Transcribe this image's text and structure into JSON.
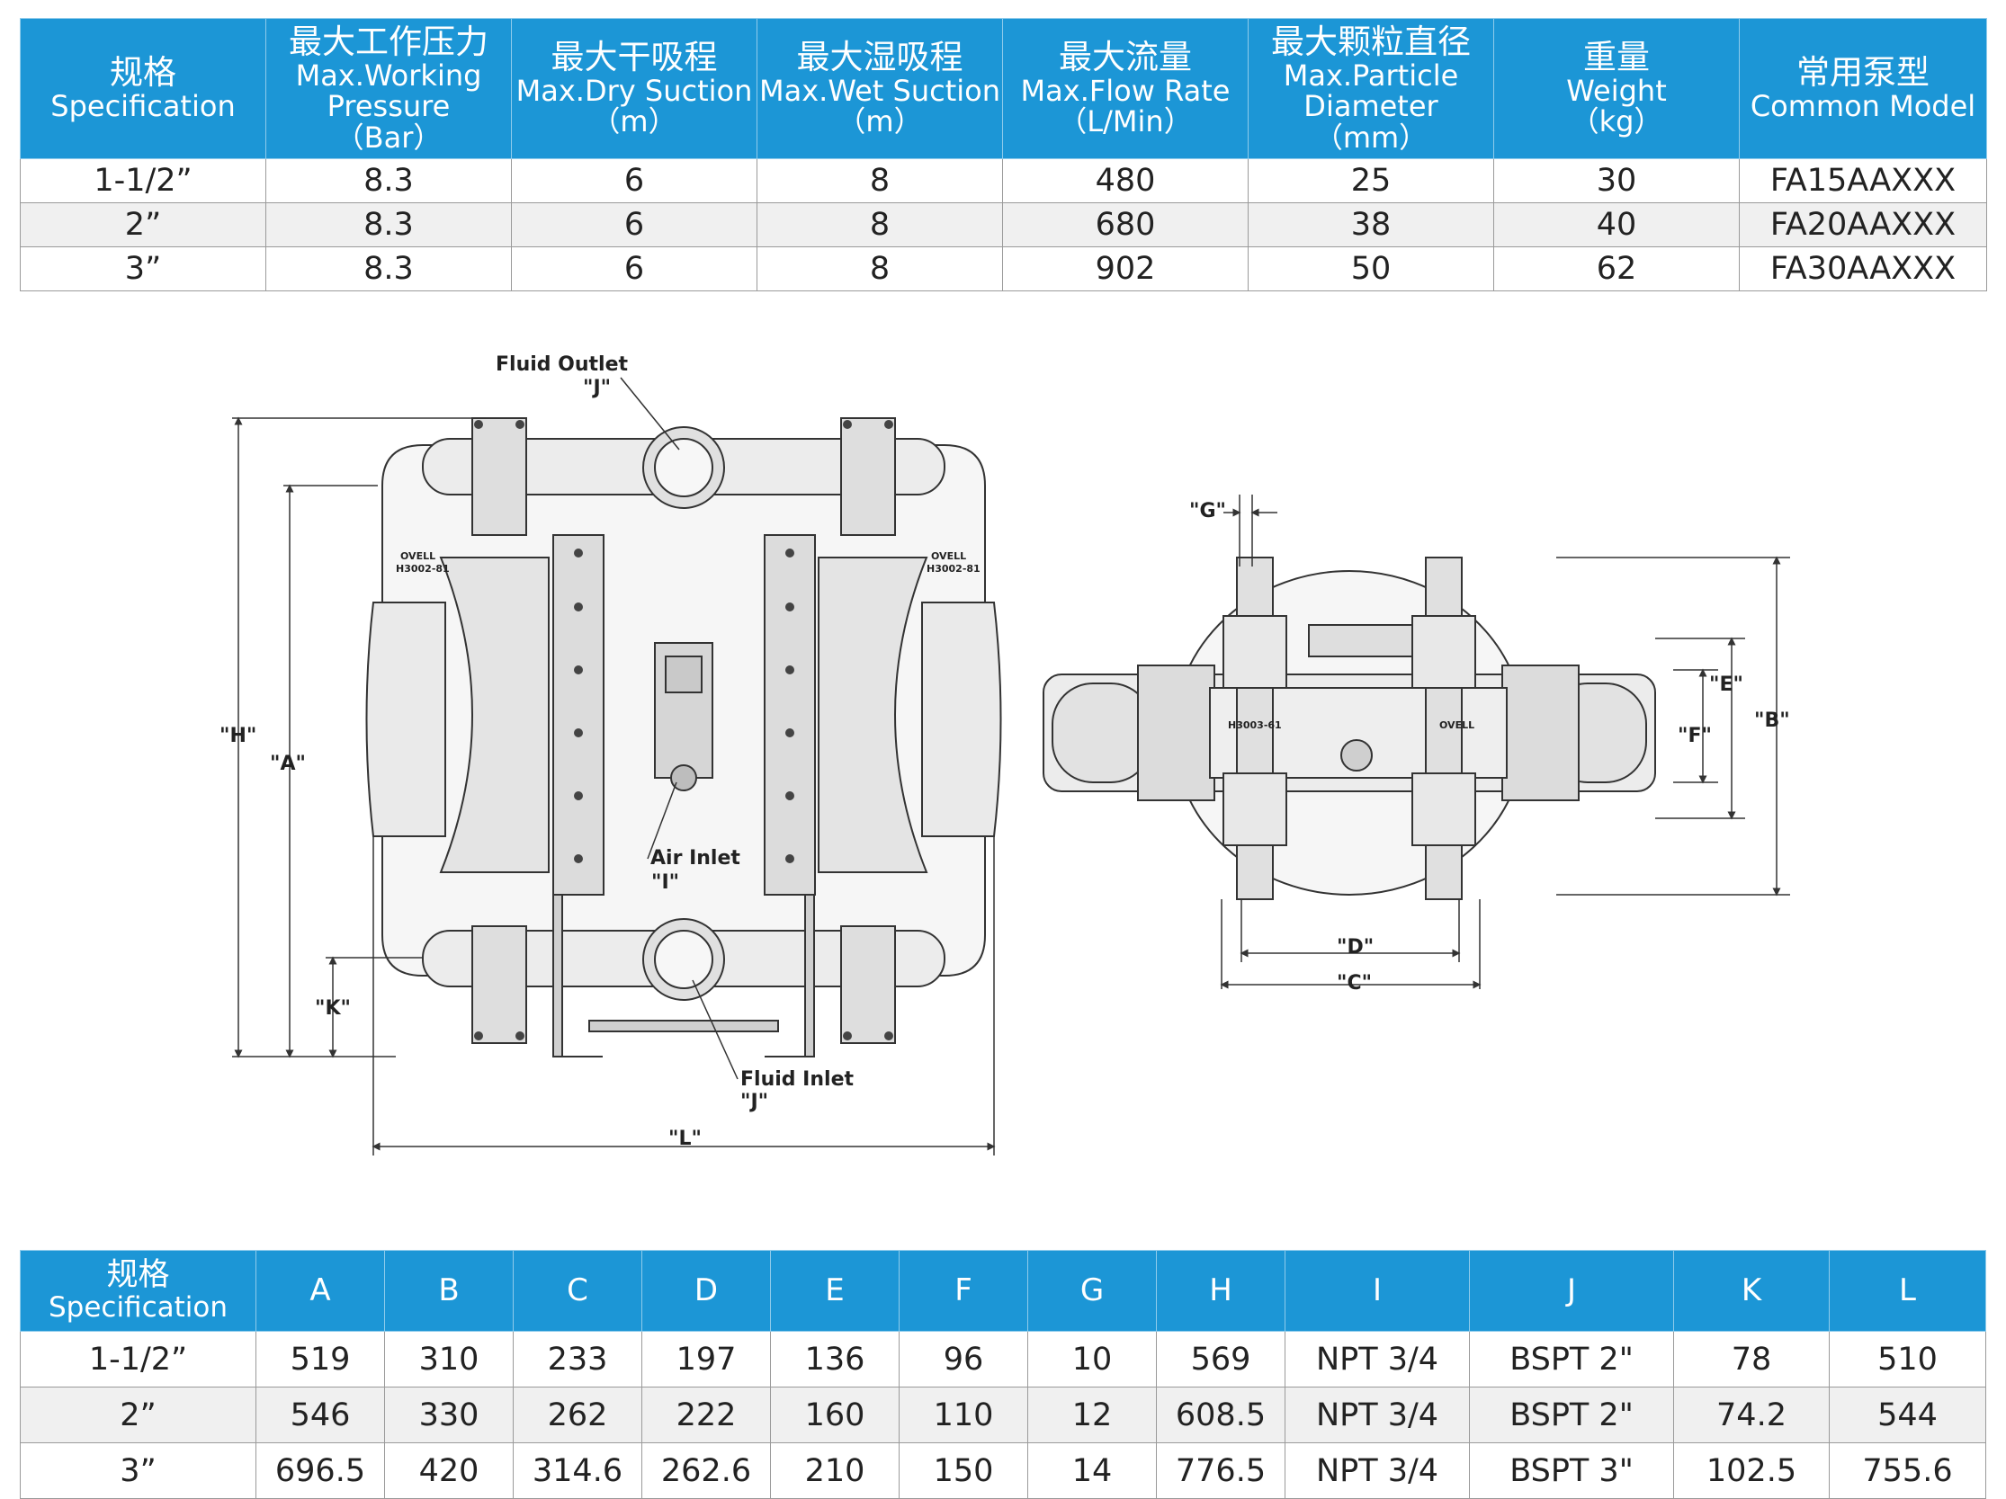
{
  "performance_table": {
    "headers": [
      {
        "cn": "规格",
        "en": "Specification",
        "unit": ""
      },
      {
        "cn": "最大工作压力",
        "en": "Max.Working Pressure",
        "unit": "（Bar）"
      },
      {
        "cn": "最大干吸程",
        "en": "Max.Dry Suction",
        "unit": "（m）"
      },
      {
        "cn": "最大湿吸程",
        "en": "Max.Wet Suction",
        "unit": "（m）"
      },
      {
        "cn": "最大流量",
        "en": "Max.Flow Rate",
        "unit": "（L/Min）"
      },
      {
        "cn": "最大颗粒直径",
        "en": "Max.Particle Diameter",
        "unit": "（mm）"
      },
      {
        "cn": "重量",
        "en": "Weight",
        "unit": "（kg）"
      },
      {
        "cn": "常用泵型",
        "en": "Common Model",
        "unit": ""
      }
    ],
    "rows": [
      [
        "1-1/2”",
        "8.3",
        "6",
        "8",
        "480",
        "25",
        "30",
        "FA15AAXXX"
      ],
      [
        "2”",
        "8.3",
        "6",
        "8",
        "680",
        "38",
        "40",
        "FA20AAXXX"
      ],
      [
        "3”",
        "8.3",
        "6",
        "8",
        "902",
        "50",
        "62",
        "FA30AAXXX"
      ]
    ]
  },
  "drawing": {
    "labels": {
      "fluid_outlet": "Fluid Outlet",
      "fluid_outlet_code": "\"J\"",
      "air_inlet": "Air Inlet",
      "air_inlet_code": "\"I\"",
      "fluid_inlet": "Fluid Inlet",
      "fluid_inlet_code": "\"J\"",
      "dim_h": "\"H\"",
      "dim_a": "\"A\"",
      "dim_k": "\"K\"",
      "dim_l": "\"L\"",
      "dim_g": "\"G\"",
      "dim_e": "\"E\"",
      "dim_f": "\"F\"",
      "dim_b": "\"B\"",
      "dim_d": "\"D\"",
      "dim_c": "\"C\"",
      "brand": "OVELL",
      "part_left": "H3002-81",
      "part_right": "H3002-81",
      "part_side": "H3003-61"
    }
  },
  "dimension_table": {
    "headers": [
      {
        "cn": "规格",
        "en": "Specification"
      },
      {
        "label": "A"
      },
      {
        "label": "B"
      },
      {
        "label": "C"
      },
      {
        "label": "D"
      },
      {
        "label": "E"
      },
      {
        "label": "F"
      },
      {
        "label": "G"
      },
      {
        "label": "H"
      },
      {
        "label": "I"
      },
      {
        "label": "J"
      },
      {
        "label": "K"
      },
      {
        "label": "L"
      }
    ],
    "rows": [
      [
        "1-1/2”",
        "519",
        "310",
        "233",
        "197",
        "136",
        "96",
        "10",
        "569",
        "NPT  3/4",
        "BSPT  2\"",
        "78",
        "510"
      ],
      [
        "2”",
        "546",
        "330",
        "262",
        "222",
        "160",
        "110",
        "12",
        "608.5",
        "NPT  3/4",
        "BSPT  2\"",
        "74.2",
        "544"
      ],
      [
        "3”",
        "696.5",
        "420",
        "314.6",
        "262.6",
        "210",
        "150",
        "14",
        "776.5",
        "NPT 3/4",
        "BSPT  3\"",
        "102.5",
        "755.6"
      ]
    ]
  }
}
